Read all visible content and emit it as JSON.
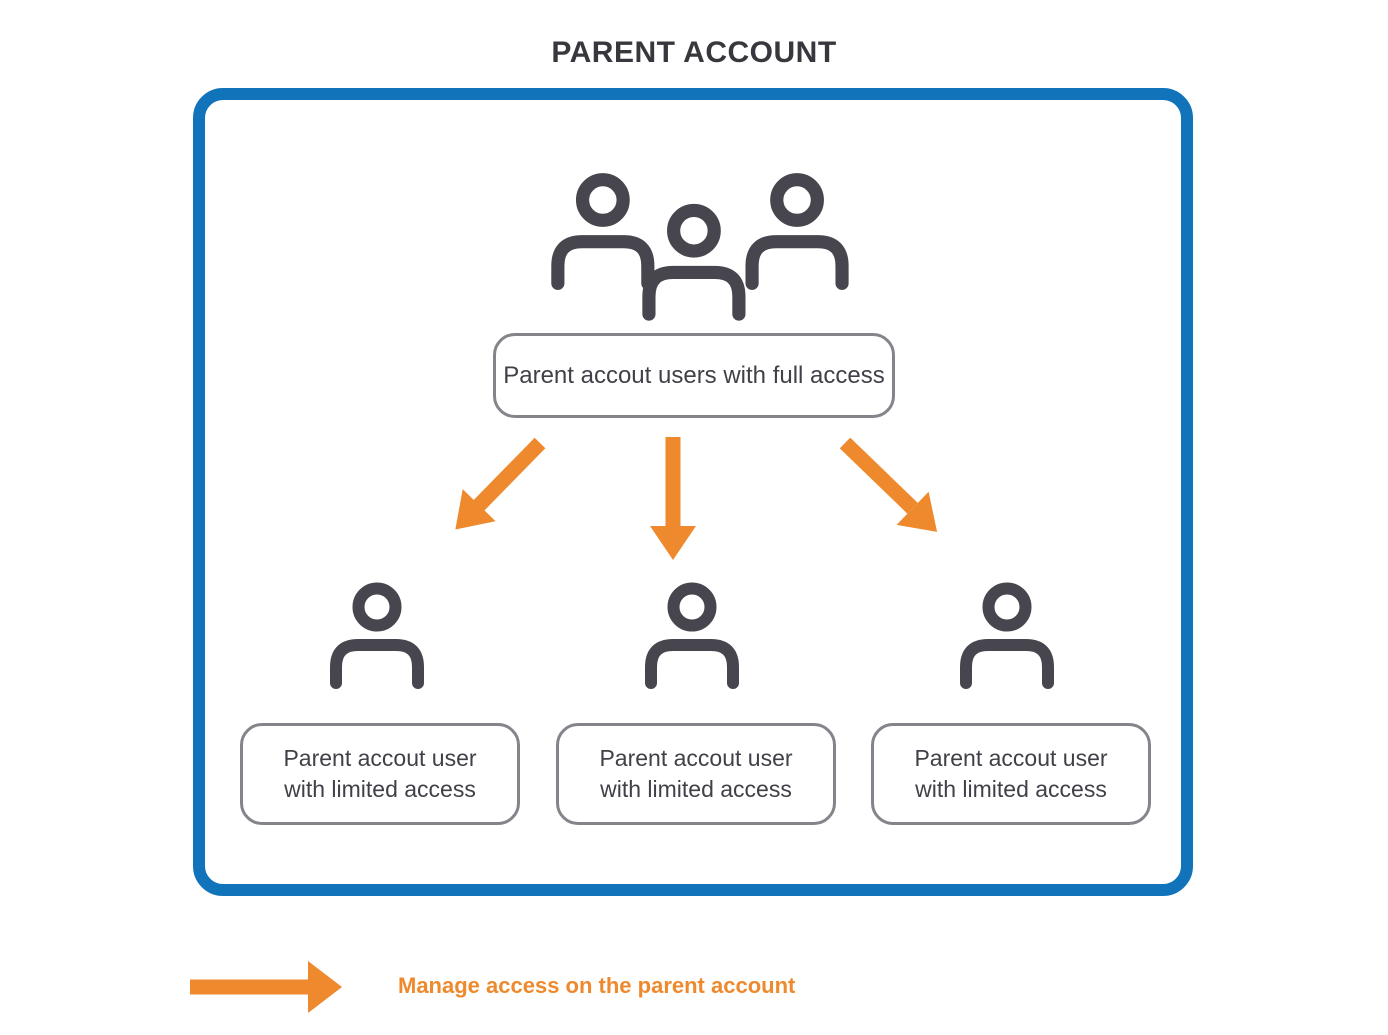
{
  "title": "PARENT ACCOUNT",
  "diagram": {
    "full_access_node": {
      "label": "Parent accout users with full access"
    },
    "limited_nodes": [
      {
        "lines": [
          "Parent accout user",
          "with limited access"
        ]
      },
      {
        "lines": [
          "Parent accout user",
          "with limited access"
        ]
      },
      {
        "lines": [
          "Parent accout user",
          "with limited access"
        ]
      }
    ]
  },
  "legend": {
    "label": "Manage access on the parent account"
  },
  "icons": {
    "top_group": "users-group-icon",
    "limited_users": [
      "user-icon",
      "user-icon",
      "user-icon"
    ],
    "flow_arrows": [
      "arrow-down-left-icon",
      "arrow-down-icon",
      "arrow-down-right-icon"
    ],
    "legend_arrow": "arrow-right-icon"
  },
  "colors": {
    "container_border_blue": "#1173B9",
    "accent_orange": "#EE8A2D",
    "icon_dark_gray": "#47464E",
    "node_border_gray": "#85848B",
    "title_text": "#38373D"
  }
}
